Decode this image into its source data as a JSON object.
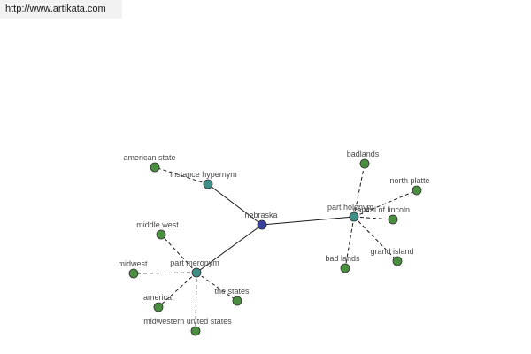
{
  "header": {
    "url_text": "http://www.artikata.com"
  },
  "colors": {
    "root_node": "#3b3f9e",
    "relation_node": "#3e8f86",
    "leaf_node": "#4a8e3f",
    "node_stroke": "#2f2f2f",
    "edge": "#1a1a1a"
  },
  "graph": {
    "root": {
      "id": "nebraska",
      "label": "nebraska"
    },
    "relations": [
      {
        "id": "instance-hypernym",
        "label": "instance hypernym",
        "leaves": [
          {
            "id": "american-state",
            "label": "american state"
          }
        ]
      },
      {
        "id": "part-holonym",
        "label": "part holonym",
        "leaves": [
          {
            "id": "badlands",
            "label": "badlands"
          },
          {
            "id": "north-platte",
            "label": "north platte"
          },
          {
            "id": "lincoln",
            "label": "capital of lincoln"
          },
          {
            "id": "grand-island",
            "label": "grand island"
          },
          {
            "id": "bad-lands",
            "label": "bad lands"
          }
        ]
      },
      {
        "id": "part-meronym",
        "label": "part meronym",
        "leaves": [
          {
            "id": "middle-west",
            "label": "middle west"
          },
          {
            "id": "midwest",
            "label": "midwest"
          },
          {
            "id": "america",
            "label": "america"
          },
          {
            "id": "midwestern-united-states",
            "label": "midwestern united states"
          },
          {
            "id": "the-states",
            "label": "the states"
          }
        ]
      }
    ]
  }
}
